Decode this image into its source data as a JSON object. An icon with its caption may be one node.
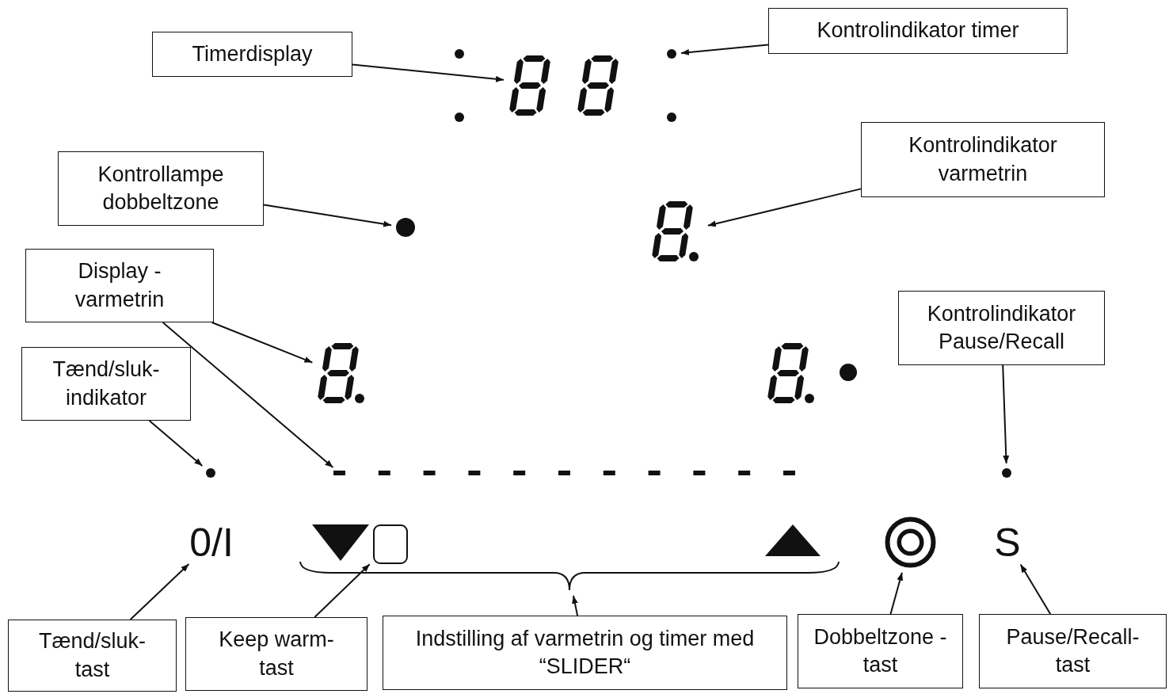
{
  "diagram": {
    "nodes": [
      {
        "text": [
          "Timerdisplay"
        ]
      },
      {
        "text": [
          "Kontrolindikator timer"
        ]
      },
      {
        "text": [
          "Kontrollampe dobbeltzone"
        ]
      },
      {
        "text": [
          "Kontrolindikator varmetrin"
        ]
      },
      {
        "text": [
          "Display - varmetrin"
        ]
      },
      {
        "text": [
          "Kontrolindikator Pause/Recall"
        ]
      },
      {
        "text": [
          "Tænd/sluk-indikator"
        ]
      },
      {
        "text": [
          "Tænd/sluk-tast"
        ]
      },
      {
        "text": [
          "Keep warm-tast"
        ]
      },
      {
        "text": [
          "Indstilling af varmetrin og timer med “SLIDER“"
        ]
      },
      {
        "text": [
          "Dobbeltzone - tast"
        ]
      },
      {
        "text": [
          "Pause/Recall-tast"
        ]
      },
      {
        "text": [],
        "shape": "display"
      },
      {
        "text": [],
        "shape": "circle"
      },
      {
        "text": [],
        "shape": "circle"
      },
      {
        "text": [],
        "shape": "display"
      },
      {
        "text": [],
        "shape": "display"
      },
      {
        "text": [],
        "shape": "bar"
      },
      {
        "text": [],
        "shape": "circle"
      },
      {
        "text": [],
        "shape": "circle"
      },
      {
        "text": [
          "0/I"
        ]
      },
      {
        "text": [],
        "shape": "box"
      },
      {
        "text": [],
        "shape": "bracket"
      },
      {
        "text": [],
        "shape": "circle"
      },
      {
        "text": [
          "S"
        ]
      },
      {
        "text": [],
        "shape": "circle"
      }
    ],
    "edges": [
      {
        "from": 0,
        "to": 12,
        "arrow": "to"
      },
      {
        "from": 1,
        "to": 13,
        "arrow": "to"
      },
      {
        "from": 2,
        "to": 14,
        "arrow": "to"
      },
      {
        "from": 3,
        "to": 15,
        "arrow": "to"
      },
      {
        "from": 4,
        "to": 16,
        "arrow": "to"
      },
      {
        "from": 4,
        "to": 17,
        "arrow": "to"
      },
      {
        "from": 5,
        "to": 19,
        "arrow": "to"
      },
      {
        "from": 6,
        "to": 18,
        "arrow": "to"
      },
      {
        "from": 7,
        "to": 20,
        "arrow": "to"
      },
      {
        "from": 8,
        "to": 21,
        "arrow": "to"
      },
      {
        "from": 9,
        "to": 22,
        "arrow": "to"
      },
      {
        "from": 10,
        "to": 23,
        "arrow": "to"
      },
      {
        "from": 11,
        "to": 24,
        "arrow": "to"
      }
    ]
  }
}
